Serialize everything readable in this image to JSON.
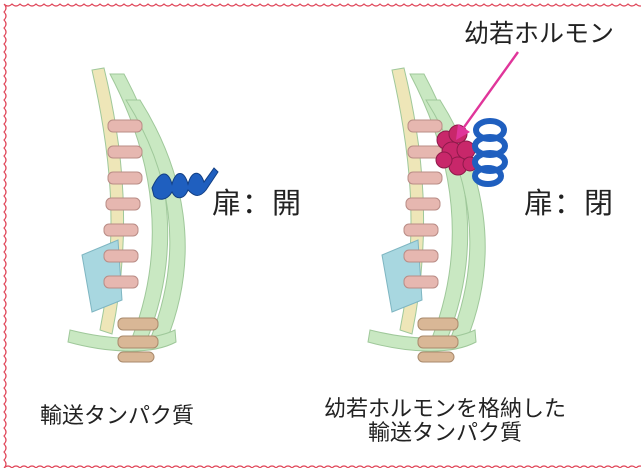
{
  "colors": {
    "border": "#e0475a",
    "helix_pink": "#e6b7b0",
    "sheet_green": "#c9e8c2",
    "sheet_cyan": "#a8d7e0",
    "sheet_yellow": "#eee6b8",
    "helix_tan": "#d9b796",
    "lid_blue": "#1f5fbf",
    "hormone_magenta": "#c8276a",
    "arrow": "#e0359a"
  },
  "labels": {
    "state_open": "扉：開",
    "state_closed": "扉：閉",
    "hormone": "幼若ホルモン",
    "caption_left": "輸送タンパク質",
    "caption_right_line1": "幼若ホルモンを格納した",
    "caption_right_line2": "輸送タンパク質"
  }
}
